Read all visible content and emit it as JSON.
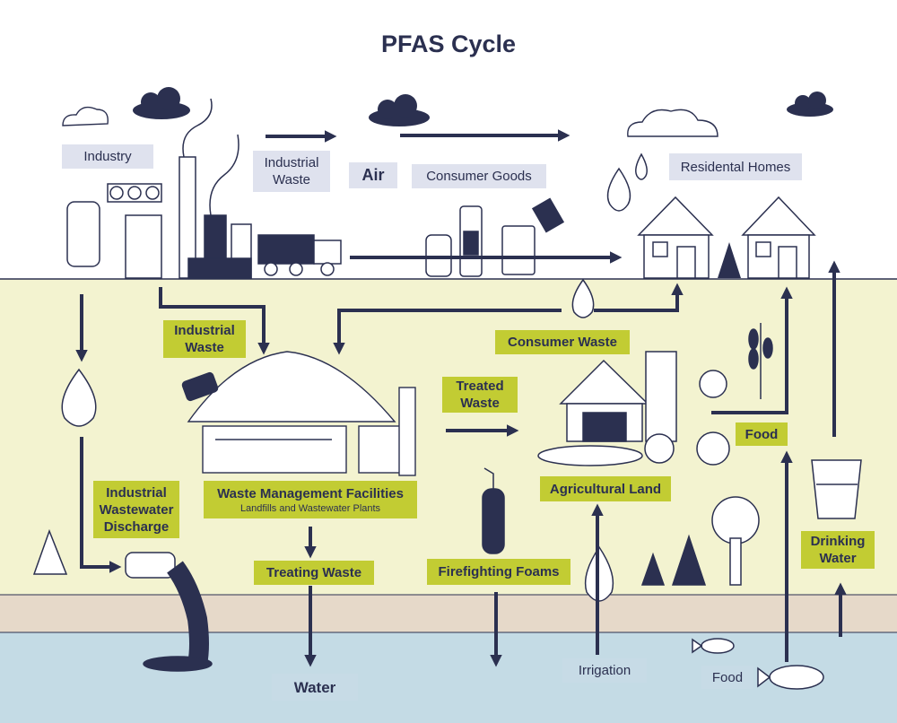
{
  "title": "PFAS Cycle",
  "labels": {
    "industry": "Industry",
    "industrial_waste_top": "Industrial Waste",
    "air": "Air",
    "consumer_goods": "Consumer Goods",
    "residential_homes": "Residental Homes",
    "industrial_waste_ground": "Industrial Waste",
    "consumer_waste": "Consumer Waste",
    "treated_waste": "Treated Waste",
    "food_land": "Food",
    "industrial_wastewater_discharge": "Industrial Wastewater Discharge",
    "waste_management_facilities": "Waste Management Facilities",
    "landfills_and_wastewater_plants": "Landfills and Wastewater Plants",
    "agricultural_land": "Agricultural Land",
    "treating_waste": "Treating Waste",
    "firefighting_foams": "Firefighting Foams",
    "drinking_water": "Drinking Water",
    "water": "Water",
    "irrigation": "Irrigation",
    "food_water": "Food"
  },
  "colors": {
    "ink": "#2b3050",
    "label_gray": "#dfe2ee",
    "label_green": "#c2cc33",
    "label_blue": "#c7dbe6",
    "ground": "#f3f3d0",
    "sand": "#e6d9c9",
    "water": "#c4dbe5"
  }
}
